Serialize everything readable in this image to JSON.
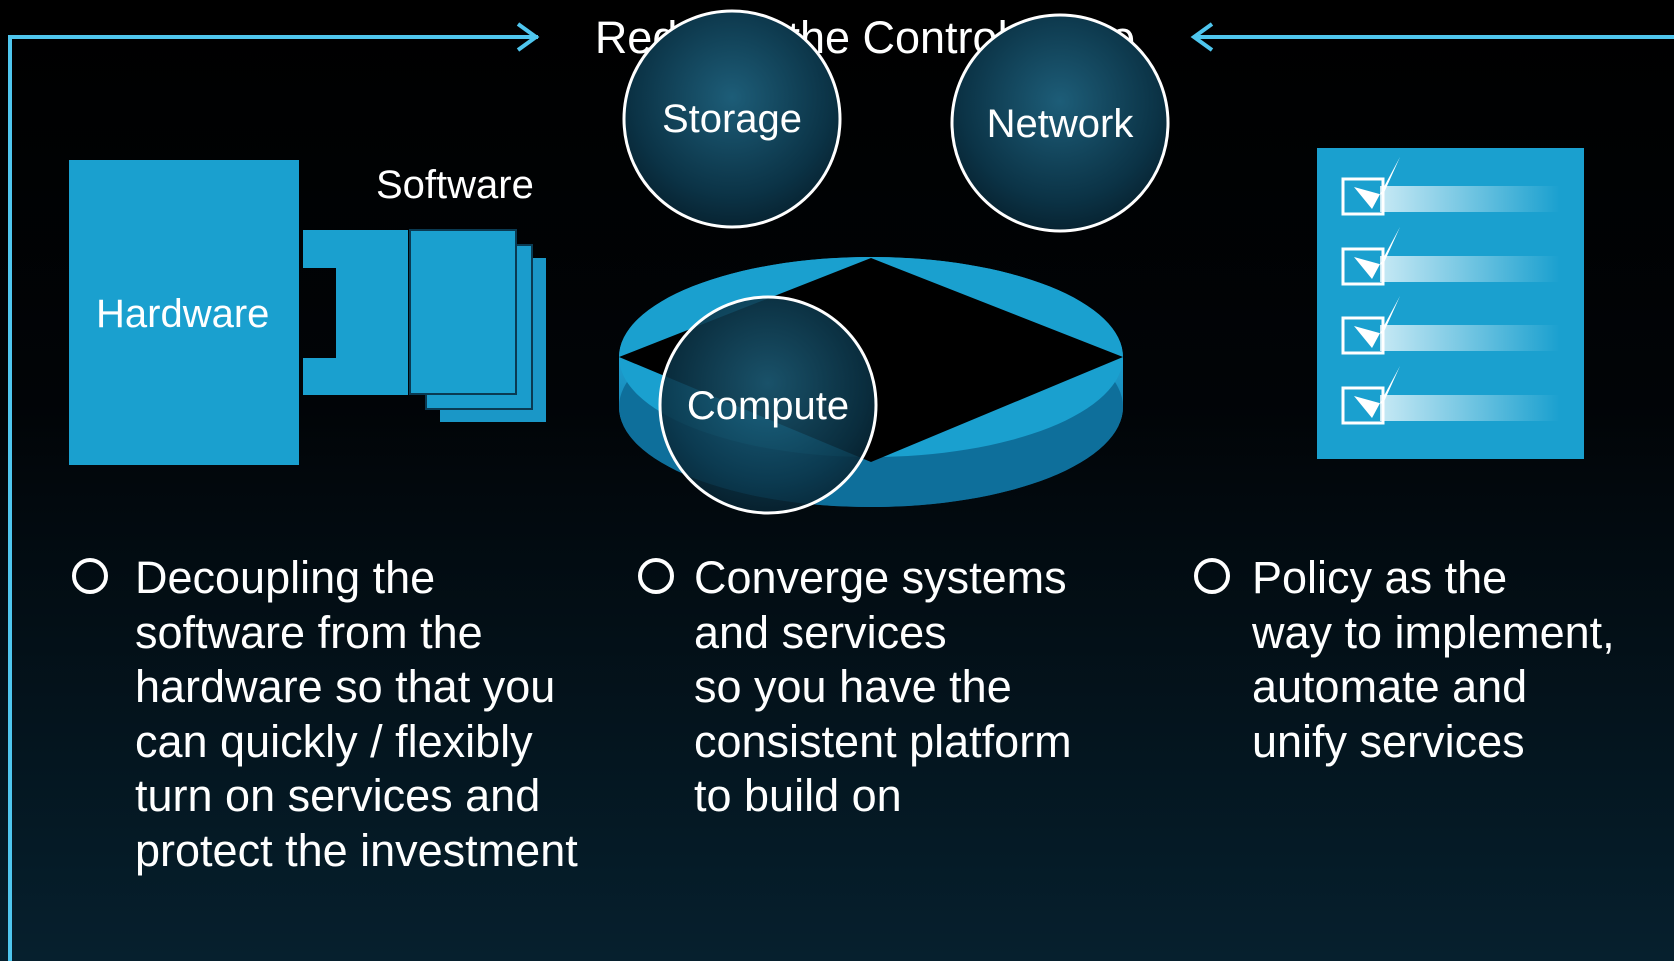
{
  "slide": {
    "title": "Redefine the Control Plane",
    "accent_color": "#1aa0cf",
    "frame_color": "#4fc6ee"
  },
  "diagram": {
    "hardware_label": "Hardware",
    "software_label": "Software",
    "storage_label": "Storage",
    "network_label": "Network",
    "compute_label": "Compute",
    "checklist_icon": "checklist-icon"
  },
  "bullets": [
    {
      "lines": [
        "Decoupling the",
        "software from the",
        "hardware so that you",
        "can quickly / flexibly",
        "turn on services and",
        "protect the investment"
      ]
    },
    {
      "lines": [
        "Converge systems",
        "and services",
        "so you have the",
        "consistent platform",
        "to build on"
      ]
    },
    {
      "lines": [
        "Policy as the",
        "way to implement,",
        "automate and",
        "unify services"
      ]
    }
  ]
}
